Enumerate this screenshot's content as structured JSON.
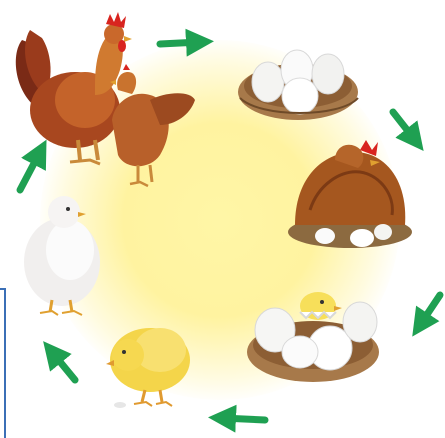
{
  "figure": {
    "type": "life-cycle",
    "stages": [
      {
        "id": "adult-chickens",
        "icon": "rooster-and-hen"
      },
      {
        "id": "eggs-in-nest",
        "icon": "eggs-nest"
      },
      {
        "id": "hen-sitting-on-eggs",
        "icon": "brooding-hen"
      },
      {
        "id": "hatching-eggs",
        "icon": "hatching-chick"
      },
      {
        "id": "newly-hatched-chick",
        "icon": "yellow-chick"
      },
      {
        "id": "young-chick",
        "icon": "white-chick"
      }
    ],
    "arrow_color": "#1fa052",
    "background_glow_color": "#fff3a0",
    "direction": "clockwise"
  }
}
